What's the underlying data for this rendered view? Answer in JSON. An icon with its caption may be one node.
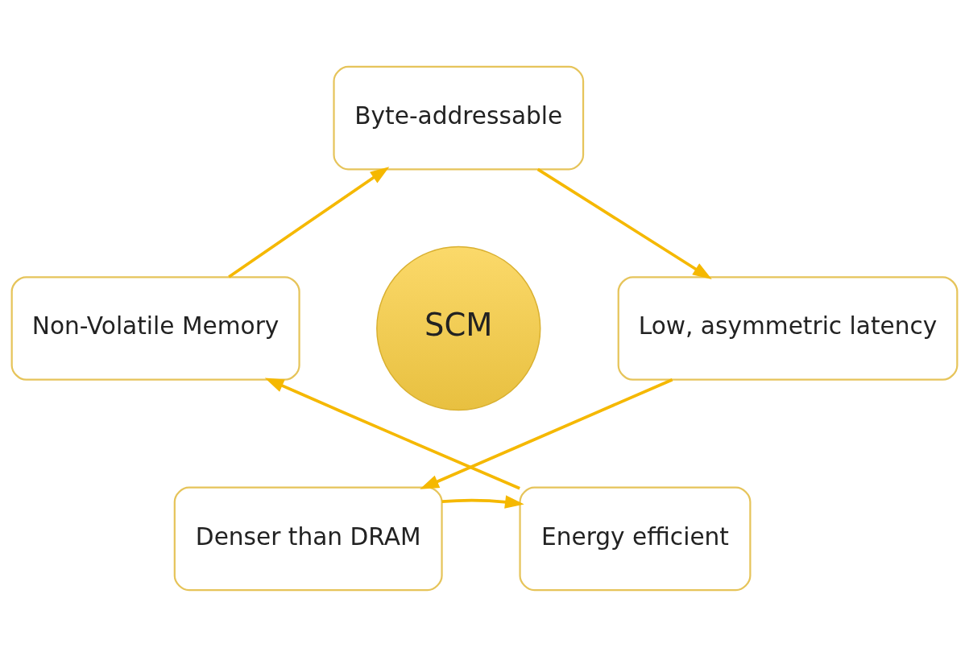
{
  "diagram": {
    "nodes": [
      {
        "text": [
          "Byte-addressable"
        ]
      },
      {
        "text": [
          "Low, asymmetric latency"
        ]
      },
      {
        "text": [
          "Denser than DRAM"
        ]
      },
      {
        "text": [
          "Energy efficient"
        ]
      },
      {
        "text": [
          "Non-Volatile Memory"
        ]
      },
      {
        "text": [
          "SCM"
        ]
      }
    ],
    "edges": [
      {
        "from": 0,
        "to": 1,
        "arrow": "to"
      },
      {
        "from": 1,
        "to": 2,
        "arrow": "to"
      },
      {
        "from": 2,
        "to": 3,
        "arrow": "to"
      },
      {
        "from": 3,
        "to": 4,
        "arrow": "to"
      },
      {
        "from": 4,
        "to": 0,
        "arrow": "to"
      }
    ]
  }
}
